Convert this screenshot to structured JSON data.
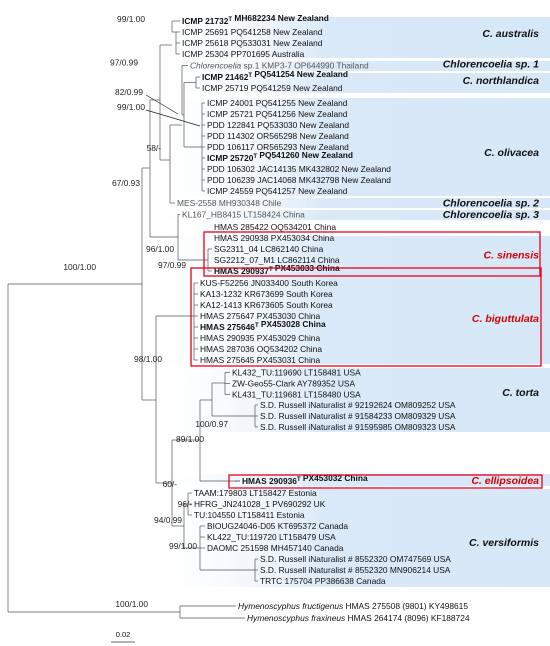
{
  "colors": {
    "band": "#d6e7f7",
    "highlight": "#e8001c",
    "branch": "#555555"
  },
  "scale_bar": {
    "label": "0.02"
  },
  "taxa": [
    {
      "id": "t1",
      "parts": [
        {
          "t": "ICMP 21732"
        },
        {
          "t": "T",
          "sup": true
        },
        {
          "t": " MH682234 New Zealand"
        }
      ],
      "bold": true
    },
    {
      "id": "t2",
      "parts": [
        {
          "t": "ICMP 25691 PQ541258 New Zealand"
        }
      ]
    },
    {
      "id": "t3",
      "parts": [
        {
          "t": "ICMP 25618 PQ533031 New Zealand"
        }
      ]
    },
    {
      "id": "t4",
      "parts": [
        {
          "t": "ICMP 25304 PP701695 Australia"
        }
      ]
    },
    {
      "id": "t5",
      "parts": [
        {
          "t": "Chlorencoelia",
          "italic": true
        },
        {
          "t": " sp.1 KMP3-7 OP644990 Thailand"
        }
      ]
    },
    {
      "id": "t6",
      "parts": [
        {
          "t": "ICMP 21462"
        },
        {
          "t": "T",
          "sup": true
        },
        {
          "t": " PQ541254 New Zealand"
        }
      ],
      "bold": true
    },
    {
      "id": "t7",
      "parts": [
        {
          "t": "ICMP 25719 PQ541259 New Zealand"
        }
      ]
    },
    {
      "id": "t8",
      "parts": [
        {
          "t": "ICMP 24001 PQ541255 New Zealand"
        }
      ]
    },
    {
      "id": "t9",
      "parts": [
        {
          "t": "ICMP 25721 PQ541256 New Zealand"
        }
      ]
    },
    {
      "id": "t10",
      "parts": [
        {
          "t": "PDD 122841 PQ533030 New Zealand"
        }
      ]
    },
    {
      "id": "t11",
      "parts": [
        {
          "t": "PDD 114302 OR565298 New Zealand"
        }
      ]
    },
    {
      "id": "t12",
      "parts": [
        {
          "t": "PDD 106117 OR565293 New Zealand"
        }
      ]
    },
    {
      "id": "t13",
      "parts": [
        {
          "t": "ICMP 25720"
        },
        {
          "t": "T",
          "sup": true
        },
        {
          "t": " PQ541260 New Zealand"
        }
      ],
      "bold": true
    },
    {
      "id": "t14",
      "parts": [
        {
          "t": "PDD 106302 JAC14135 MK432802 New Zealand"
        }
      ]
    },
    {
      "id": "t15",
      "parts": [
        {
          "t": "PDD 106239 JAC14068 MK432798 New Zealand"
        }
      ]
    },
    {
      "id": "t16",
      "parts": [
        {
          "t": "ICMP 24559 PQ541257 New Zealand"
        }
      ]
    },
    {
      "id": "t17",
      "parts": [
        {
          "t": "MES-2558 MH930348 Chile"
        }
      ]
    },
    {
      "id": "t18",
      "parts": [
        {
          "t": "KL167_HB8415 LT158424 China"
        }
      ]
    },
    {
      "id": "t19",
      "parts": [
        {
          "t": "HMAS 285422 OQ534201 China"
        }
      ]
    },
    {
      "id": "t20",
      "parts": [
        {
          "t": "HMAS 290938 PX453034 China"
        }
      ]
    },
    {
      "id": "t21",
      "parts": [
        {
          "t": "SG2311_04 LC862140 China"
        }
      ]
    },
    {
      "id": "t22",
      "parts": [
        {
          "t": "SG2212_07_M1 LC862114 China"
        }
      ]
    },
    {
      "id": "t23",
      "parts": [
        {
          "t": "HMAS 290937"
        },
        {
          "t": "T",
          "sup": true
        },
        {
          "t": " PX453033 China"
        }
      ],
      "bold": true
    },
    {
      "id": "t24",
      "parts": [
        {
          "t": "KUS-F52256 JN033400 South Korea"
        }
      ]
    },
    {
      "id": "t25",
      "parts": [
        {
          "t": "KA13-1232 KR673699 South Korea"
        }
      ]
    },
    {
      "id": "t26",
      "parts": [
        {
          "t": "KA12-1413 KR673605 South Korea"
        }
      ]
    },
    {
      "id": "t27",
      "parts": [
        {
          "t": "HMAS 275647 PX453030 China"
        }
      ]
    },
    {
      "id": "t28",
      "parts": [
        {
          "t": "HMAS 275646"
        },
        {
          "t": "T",
          "sup": true
        },
        {
          "t": " PX453028 China"
        }
      ],
      "bold": true
    },
    {
      "id": "t29",
      "parts": [
        {
          "t": "HMAS 290935 PX453029 China"
        }
      ]
    },
    {
      "id": "t30",
      "parts": [
        {
          "t": "HMAS 287036 OQ534202 China"
        }
      ]
    },
    {
      "id": "t31",
      "parts": [
        {
          "t": "HMAS 275645 PX453031 China"
        }
      ]
    },
    {
      "id": "t32",
      "parts": [
        {
          "t": "KL432_TU:119690 LT158481 USA"
        }
      ]
    },
    {
      "id": "t33",
      "parts": [
        {
          "t": "ZW-Geo55-Clark AY789352 USA"
        }
      ]
    },
    {
      "id": "t34",
      "parts": [
        {
          "t": "KL431_TU:119681 LT158480 USA"
        }
      ]
    },
    {
      "id": "t35",
      "parts": [
        {
          "t": "S.D. Russell iNaturalist # 92192624 OM809252 USA"
        }
      ]
    },
    {
      "id": "t36",
      "parts": [
        {
          "t": "S.D. Russell iNaturalist # 91584233 OM809329 USA"
        }
      ]
    },
    {
      "id": "t37",
      "parts": [
        {
          "t": "S.D. Russell iNaturalist # 91595985 OM809323 USA"
        }
      ]
    },
    {
      "id": "t38",
      "parts": [
        {
          "t": "HMAS 290936"
        },
        {
          "t": "T",
          "sup": true
        },
        {
          "t": " PX453032 China"
        }
      ],
      "bold": true
    },
    {
      "id": "t39",
      "parts": [
        {
          "t": "TAAM:179803 LT158427 Estonia"
        }
      ]
    },
    {
      "id": "t40",
      "parts": [
        {
          "t": "HFRG_JN241028_1 PV690292 UK"
        }
      ]
    },
    {
      "id": "t41",
      "parts": [
        {
          "t": "TU:104550 LT158411 Estonia"
        }
      ]
    },
    {
      "id": "t42",
      "parts": [
        {
          "t": "BIOUG24046-D05 KT695372 Canada"
        }
      ]
    },
    {
      "id": "t43",
      "parts": [
        {
          "t": "KL422_TU:119720 LT158479 USA"
        }
      ]
    },
    {
      "id": "t44",
      "parts": [
        {
          "t": "DAOMC 251598 MH457140 Canada"
        }
      ]
    },
    {
      "id": "t45",
      "parts": [
        {
          "t": "S.D. Russell iNaturalist # 8552320 OM747569 USA"
        }
      ]
    },
    {
      "id": "t46",
      "parts": [
        {
          "t": "S.D. Russell iNaturalist # 8552320 MN906214 USA"
        }
      ]
    },
    {
      "id": "t47",
      "parts": [
        {
          "t": "TRTC 175704 PP386638 Canada"
        }
      ]
    },
    {
      "id": "t48",
      "parts": [
        {
          "t": "Hymenoscyphus fructigenus",
          "italic": true
        },
        {
          "t": " HMAS 275508 (9801) KY498615"
        }
      ]
    },
    {
      "id": "t49",
      "parts": [
        {
          "t": "Hymenoscyphus fraxineus",
          "italic": true
        },
        {
          "t": " HMAS 264174 (8096) KF188724"
        }
      ]
    }
  ],
  "clades": [
    {
      "id": "c1",
      "label": "C. australis",
      "red": false
    },
    {
      "id": "c2",
      "label": "Chlorencoelia sp. 1",
      "red": false
    },
    {
      "id": "c3",
      "label": "C. northlandica",
      "red": false
    },
    {
      "id": "c4",
      "label": "C. olivacea",
      "red": false
    },
    {
      "id": "c5",
      "label": "Chlorencoelia sp. 2",
      "red": false
    },
    {
      "id": "c6",
      "label": "Chlorencoelia sp. 3",
      "red": false
    },
    {
      "id": "c7",
      "label": "C. sinensis",
      "red": true
    },
    {
      "id": "c8",
      "label": "C. biguttulata",
      "red": true
    },
    {
      "id": "c9",
      "label": "C. torta",
      "red": false
    },
    {
      "id": "c10",
      "label": "C. ellipsoidea",
      "red": true
    },
    {
      "id": "c11",
      "label": "C. versiformis",
      "red": false
    }
  ],
  "supports": [
    {
      "id": "s1",
      "label": "99/1.00"
    },
    {
      "id": "s2",
      "label": "97/0.99"
    },
    {
      "id": "s3",
      "label": "82/0.99"
    },
    {
      "id": "s4",
      "label": "99/1.00"
    },
    {
      "id": "s5",
      "label": "58/-"
    },
    {
      "id": "s6",
      "label": "67/0.93"
    },
    {
      "id": "s7",
      "label": "96/1.00"
    },
    {
      "id": "s8",
      "label": "97/0.99"
    },
    {
      "id": "s9",
      "label": "100/1.00"
    },
    {
      "id": "s10",
      "label": "98/1.00"
    },
    {
      "id": "s11",
      "label": "100/0.97"
    },
    {
      "id": "s12",
      "label": "89/1.00"
    },
    {
      "id": "s13",
      "label": "60/-"
    },
    {
      "id": "s14",
      "label": "96/-"
    },
    {
      "id": "s15",
      "label": "94/0.99"
    },
    {
      "id": "s16",
      "label": "99/1.00"
    },
    {
      "id": "s17",
      "label": "100/1.00"
    }
  ]
}
